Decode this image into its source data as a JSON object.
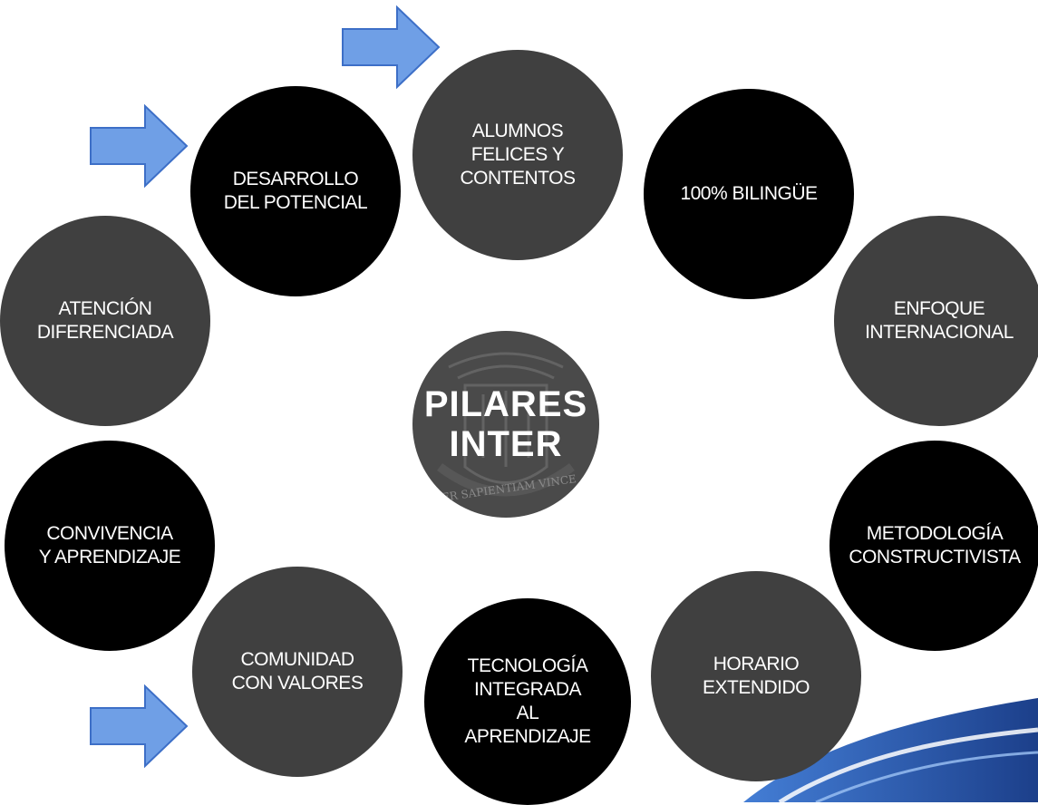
{
  "center": {
    "line1": "PILARES",
    "line2": "INTER",
    "crest_motto": "PER SAPIENTIAM VINCE"
  },
  "pillars": [
    {
      "id": "alumnos",
      "label": "ALUMNOS\nFELICES Y\nCONTENTOS",
      "style": "grey"
    },
    {
      "id": "bilingue",
      "label": "100% BILINGÜE",
      "style": "black"
    },
    {
      "id": "enfoque",
      "label": "ENFOQUE\nINTERNACIONAL",
      "style": "grey"
    },
    {
      "id": "metodologia",
      "label": "METODOLOGÍA\nCONSTRUCTIVISTA",
      "style": "black"
    },
    {
      "id": "horario",
      "label": "HORARIO\nEXTENDIDO",
      "style": "grey"
    },
    {
      "id": "tecnologia",
      "label": "TECNOLOGÍA\nINTEGRADA\nAL\nAPRENDIZAJE",
      "style": "black"
    },
    {
      "id": "comunidad",
      "label": "COMUNIDAD\nCON VALORES",
      "style": "grey"
    },
    {
      "id": "convivencia",
      "label": "CONVIVENCIA\nY APRENDIZAJE",
      "style": "black"
    },
    {
      "id": "atencion",
      "label": "ATENCIÓN\nDIFERENCIADA",
      "style": "grey"
    },
    {
      "id": "desarrollo",
      "label": "DESARROLLO\nDEL POTENCIAL",
      "style": "black"
    }
  ],
  "colors": {
    "grey_circle": "#404040",
    "black_circle": "#000000",
    "arrow_fill": "#6f9fe6",
    "swoosh": "#1f4fa3"
  },
  "icons": [
    "right-arrow-icon",
    "crest-emblem"
  ]
}
